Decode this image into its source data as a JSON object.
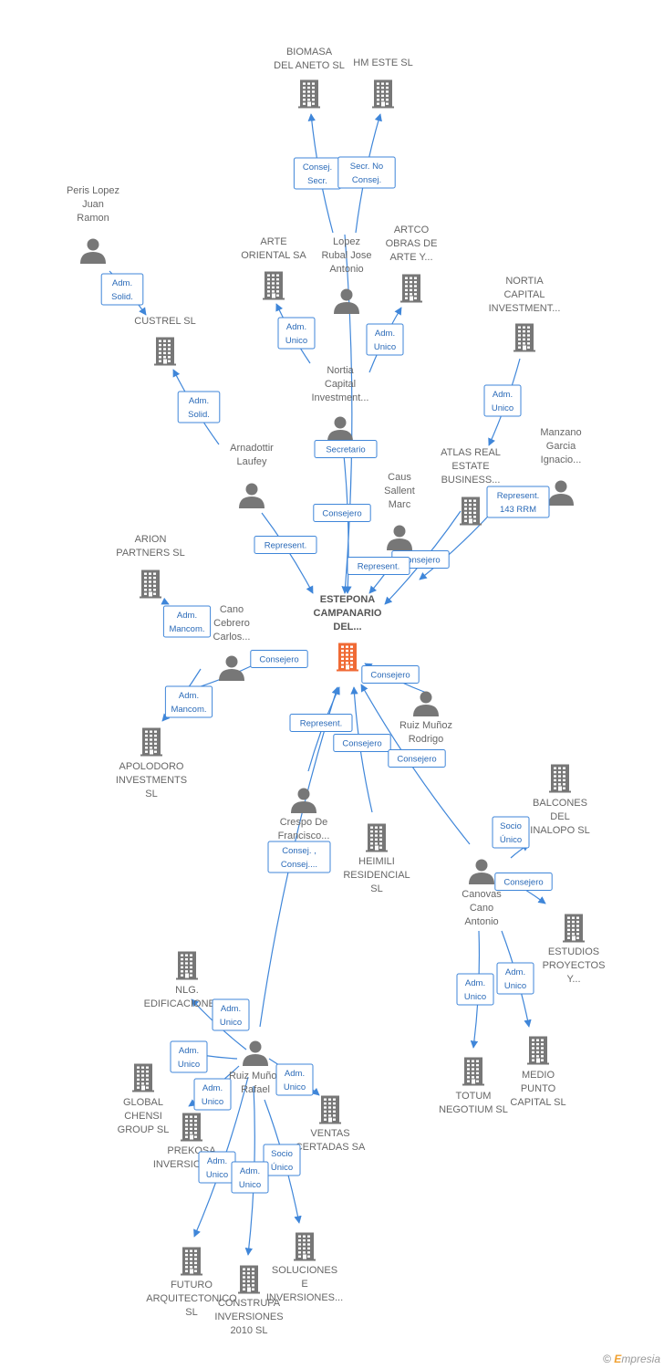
{
  "nodes": {
    "biomasa": {
      "type": "company",
      "label": [
        "BIOMASA",
        "DEL ANETO SL"
      ]
    },
    "hm_este": {
      "type": "company",
      "label": [
        "HM ESTE  SL"
      ]
    },
    "peris": {
      "type": "person",
      "label": [
        "Peris Lopez",
        "Juan",
        "Ramon"
      ]
    },
    "arte_oriental": {
      "type": "company",
      "label": [
        "ARTE",
        "ORIENTAL SA"
      ]
    },
    "lopez_rubal": {
      "type": "person",
      "label": [
        "Lopez",
        "Rubal Jose",
        "Antonio"
      ]
    },
    "artco": {
      "type": "company",
      "label": [
        "ARTCO",
        "OBRAS DE",
        "ARTE Y..."
      ]
    },
    "nortia_inv": {
      "type": "company",
      "label": [
        "NORTIA",
        "CAPITAL",
        "INVESTMENT..."
      ]
    },
    "custrel": {
      "type": "company",
      "label": [
        "CUSTREL  SL"
      ]
    },
    "nortia_person": {
      "type": "person",
      "label": [
        "Nortia",
        "Capital",
        "Investment..."
      ]
    },
    "arnadottir": {
      "type": "person",
      "label": [
        "Arnadottir",
        "Laufey"
      ]
    },
    "manzano": {
      "type": "person",
      "label": [
        "Manzano",
        "Garcia",
        "Ignacio..."
      ]
    },
    "atlas": {
      "type": "company",
      "label": [
        "ATLAS REAL",
        "ESTATE",
        "BUSINESS..."
      ]
    },
    "caus": {
      "type": "person",
      "label": [
        "Caus",
        "Sallent",
        "Marc"
      ]
    },
    "arion": {
      "type": "company",
      "label": [
        "ARION",
        "PARTNERS  SL"
      ]
    },
    "estepona": {
      "type": "main",
      "label": [
        "ESTEPONA",
        "CAMPANARIO",
        "DEL..."
      ]
    },
    "cano": {
      "type": "person",
      "label": [
        "Cano",
        "Cebrero",
        "Carlos..."
      ]
    },
    "apolodoro": {
      "type": "company",
      "label": [
        "APOLODORO",
        "INVESTMENTS",
        "SL"
      ]
    },
    "ruiz_rodrigo": {
      "type": "person",
      "label": [
        "Ruiz Muñoz",
        "Rodrigo"
      ]
    },
    "balcones": {
      "type": "company",
      "label": [
        "BALCONES",
        "DEL",
        "INALOPO SL"
      ]
    },
    "crespo": {
      "type": "person",
      "label": [
        "Crespo De",
        "Francisco..."
      ]
    },
    "heimili": {
      "type": "company",
      "label": [
        "HEIMILI",
        "RESIDENCIAL",
        "SL"
      ]
    },
    "canovas": {
      "type": "person",
      "label": [
        "Canovas",
        "Cano",
        "Antonio"
      ]
    },
    "estudios": {
      "type": "company",
      "label": [
        "ESTUDIOS",
        "PROYECTOS",
        "Y..."
      ]
    },
    "nlg": {
      "type": "company",
      "label": [
        "NLG.",
        "EDIFICACIONES..."
      ]
    },
    "ruiz_rafael": {
      "type": "person",
      "label": [
        "Ruiz Muñoz",
        "Rafael"
      ]
    },
    "global_chensi": {
      "type": "company",
      "label": [
        "GLOBAL",
        "CHENSI",
        "GROUP  SL"
      ]
    },
    "ventas": {
      "type": "company",
      "label": [
        "VENTAS",
        "CERTADAS SA"
      ]
    },
    "prekosa": {
      "type": "company",
      "label": [
        "PREKOSA",
        "INVERSIONES..."
      ]
    },
    "totum": {
      "type": "company",
      "label": [
        "TOTUM",
        "NEGOTIUM SL"
      ]
    },
    "medio_punto": {
      "type": "company",
      "label": [
        "MEDIO",
        "PUNTO",
        "CAPITAL SL"
      ]
    },
    "futuro": {
      "type": "company",
      "label": [
        "FUTURO",
        "ARQUITECTONICO",
        "SL"
      ]
    },
    "construpa": {
      "type": "company",
      "label": [
        "CONSTRUPA",
        "INVERSIONES",
        "2010  SL"
      ]
    },
    "soluciones": {
      "type": "company",
      "label": [
        "SOLUCIONES",
        "E",
        "INVERSIONES..."
      ]
    }
  },
  "relations": {
    "lopez_biomasa": [
      "Consej.",
      "Secr."
    ],
    "lopez_hm": [
      "Secr.  No",
      "Consej."
    ],
    "peris_custrel": [
      "Adm.",
      "Solid."
    ],
    "nortia_arte": [
      "Adm.",
      "Unico"
    ],
    "nortia_artco": [
      "Adm.",
      "Unico"
    ],
    "nortiainv_atlas": [
      "Adm.",
      "Unico"
    ],
    "arna_custrel": [
      "Adm.",
      "Solid."
    ],
    "nortia_secretario": [
      "Secretario"
    ],
    "arna_represent": [
      "Represent."
    ],
    "lopez_consejero": [
      "Consejero"
    ],
    "manzano_atlas": [
      "Represent.",
      "143 RRM"
    ],
    "atlas_consejero": [
      "Consejero"
    ],
    "caus_represent": [
      "Represent."
    ],
    "cano_arion": [
      "Adm.",
      "Mancom."
    ],
    "cano_consejero": [
      "Consejero"
    ],
    "cano_apolodoro": [
      "Adm.",
      "Mancom."
    ],
    "rodrigo_consejero": [
      "Consejero"
    ],
    "crespo_represent": [
      "Represent."
    ],
    "heimili_consejero": [
      "Consejero"
    ],
    "canovas_consejero": [
      "Consejero"
    ],
    "canovas_balcones": [
      "Socio",
      "Único"
    ],
    "canovas_estudios": [
      "Consejero"
    ],
    "rafael_consej": [
      "Consej. ,",
      "Consej...."
    ],
    "rafael_nlg": [
      "Adm.",
      "Unico"
    ],
    "rafael_global": [
      "Adm.",
      "Unico"
    ],
    "rafael_prekosa": [
      "Adm.",
      "Unico"
    ],
    "rafael_ventas": [
      "Adm.",
      "Unico"
    ],
    "rafael_soluciones": [
      "Socio",
      "Único"
    ],
    "rafael_futuro": [
      "Adm.",
      "Unico"
    ],
    "rafael_construpa": [
      "Adm.",
      "Unico"
    ],
    "canovas_totum": [
      "Adm.",
      "Unico"
    ],
    "canovas_medio": [
      "Adm.",
      "Unico"
    ]
  },
  "colors": {
    "edge": "#3f86d9",
    "label_border": "#3f86d9",
    "label_text": "#2a6ab8",
    "node_gray": "#777777",
    "main_node": "#f06a35"
  },
  "icons": {
    "company": "building-icon",
    "person": "person-icon",
    "main": "building-icon"
  },
  "footer": {
    "copyright": "©",
    "brand_initial": "E",
    "brand_rest": "mpresia"
  }
}
